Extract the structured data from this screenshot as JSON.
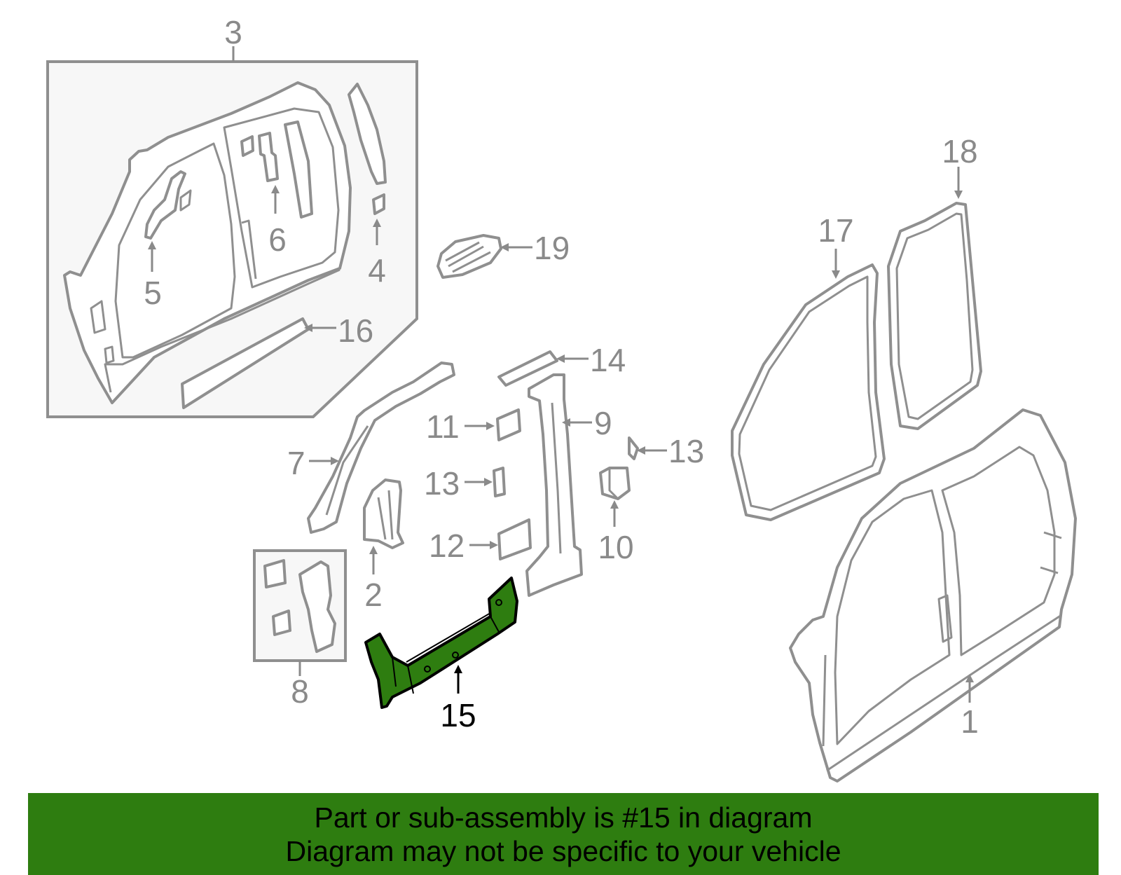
{
  "colors": {
    "line": "#8f8f8f",
    "callout": "#8a8a8a",
    "highlight_fill": "#2e7d10",
    "banner_bg": "#2e7d10",
    "banner_text": "#000000"
  },
  "highlighted_part": "15",
  "callouts": {
    "c1": "1",
    "c2": "2",
    "c3": "3",
    "c4": "4",
    "c5": "5",
    "c6": "6",
    "c7": "7",
    "c8": "8",
    "c9": "9",
    "c10": "10",
    "c11": "11",
    "c12": "12",
    "c13a": "13",
    "c13b": "13",
    "c14": "14",
    "c15": "15",
    "c16": "16",
    "c17": "17",
    "c18": "18",
    "c19": "19"
  },
  "banner": {
    "line1": "Part or sub-assembly is #15 in diagram",
    "line2": "Diagram may not be specific to your vehicle"
  }
}
